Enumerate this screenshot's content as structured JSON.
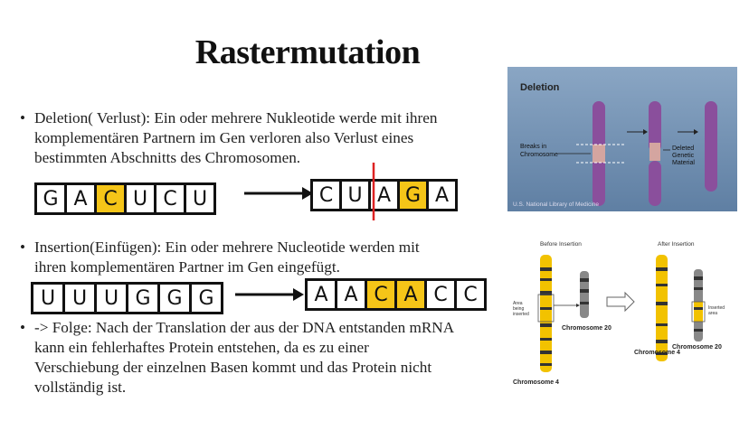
{
  "title": "Rastermutation",
  "bullets": [
    {
      "lines": [
        "Deletion( Verlust): Ein oder mehrere Nukleotide werde mit ihren",
        "komplementären Partnern im Gen verloren also Verlust eines",
        "bestimmten Abschnitts des Chromosomen."
      ]
    },
    {
      "lines": [
        "Insertion(Einfügen): Ein oder mehrere Nucleotide werden mit",
        "ihren komplementären Partner im Gen eingefügt."
      ]
    },
    {
      "lines": [
        "-> Folge: Nach der Translation der aus der DNA entstanden mRNA",
        "kann ein fehlerhaftes Protein entstehen, da es zu einer",
        "Verschiebung der einzelnen Basen kommt und das Protein nicht",
        "vollständig ist."
      ]
    }
  ],
  "deletion_example": {
    "before": [
      "G",
      "A",
      "C",
      "U",
      "C",
      "U"
    ],
    "before_highlight": [
      2
    ],
    "after": [
      "C",
      "U",
      "A",
      "G",
      "A"
    ],
    "after_highlight": [
      3
    ]
  },
  "insertion_example": {
    "before": [
      "U",
      "U",
      "U",
      "G",
      "G",
      "G"
    ],
    "before_highlight": [],
    "after": [
      "A",
      "A",
      "C",
      "A",
      "C",
      "C"
    ],
    "after_highlight": [
      2,
      3
    ]
  },
  "deletion_figure": {
    "heading": "Deletion",
    "label_breaks": "Breaks in Chromosome",
    "label_deleted": "Deleted Genetic Material",
    "credit": "U.S. National Library of Medicine",
    "colors": {
      "background": "#6f90b0",
      "chromosome": "#8a4f9c",
      "deleted": "#d4a5a0"
    }
  },
  "insertion_figure": {
    "heading_before": "Before Insertion",
    "heading_after": "After Insertion",
    "label_area": "Area being inserted",
    "label_inserted": "Inserted area",
    "chromosome20": "Chromosome 20",
    "chromosome4": "Chromosome 4",
    "colors": {
      "yellow": "#f2c200",
      "gray": "#777777"
    }
  }
}
